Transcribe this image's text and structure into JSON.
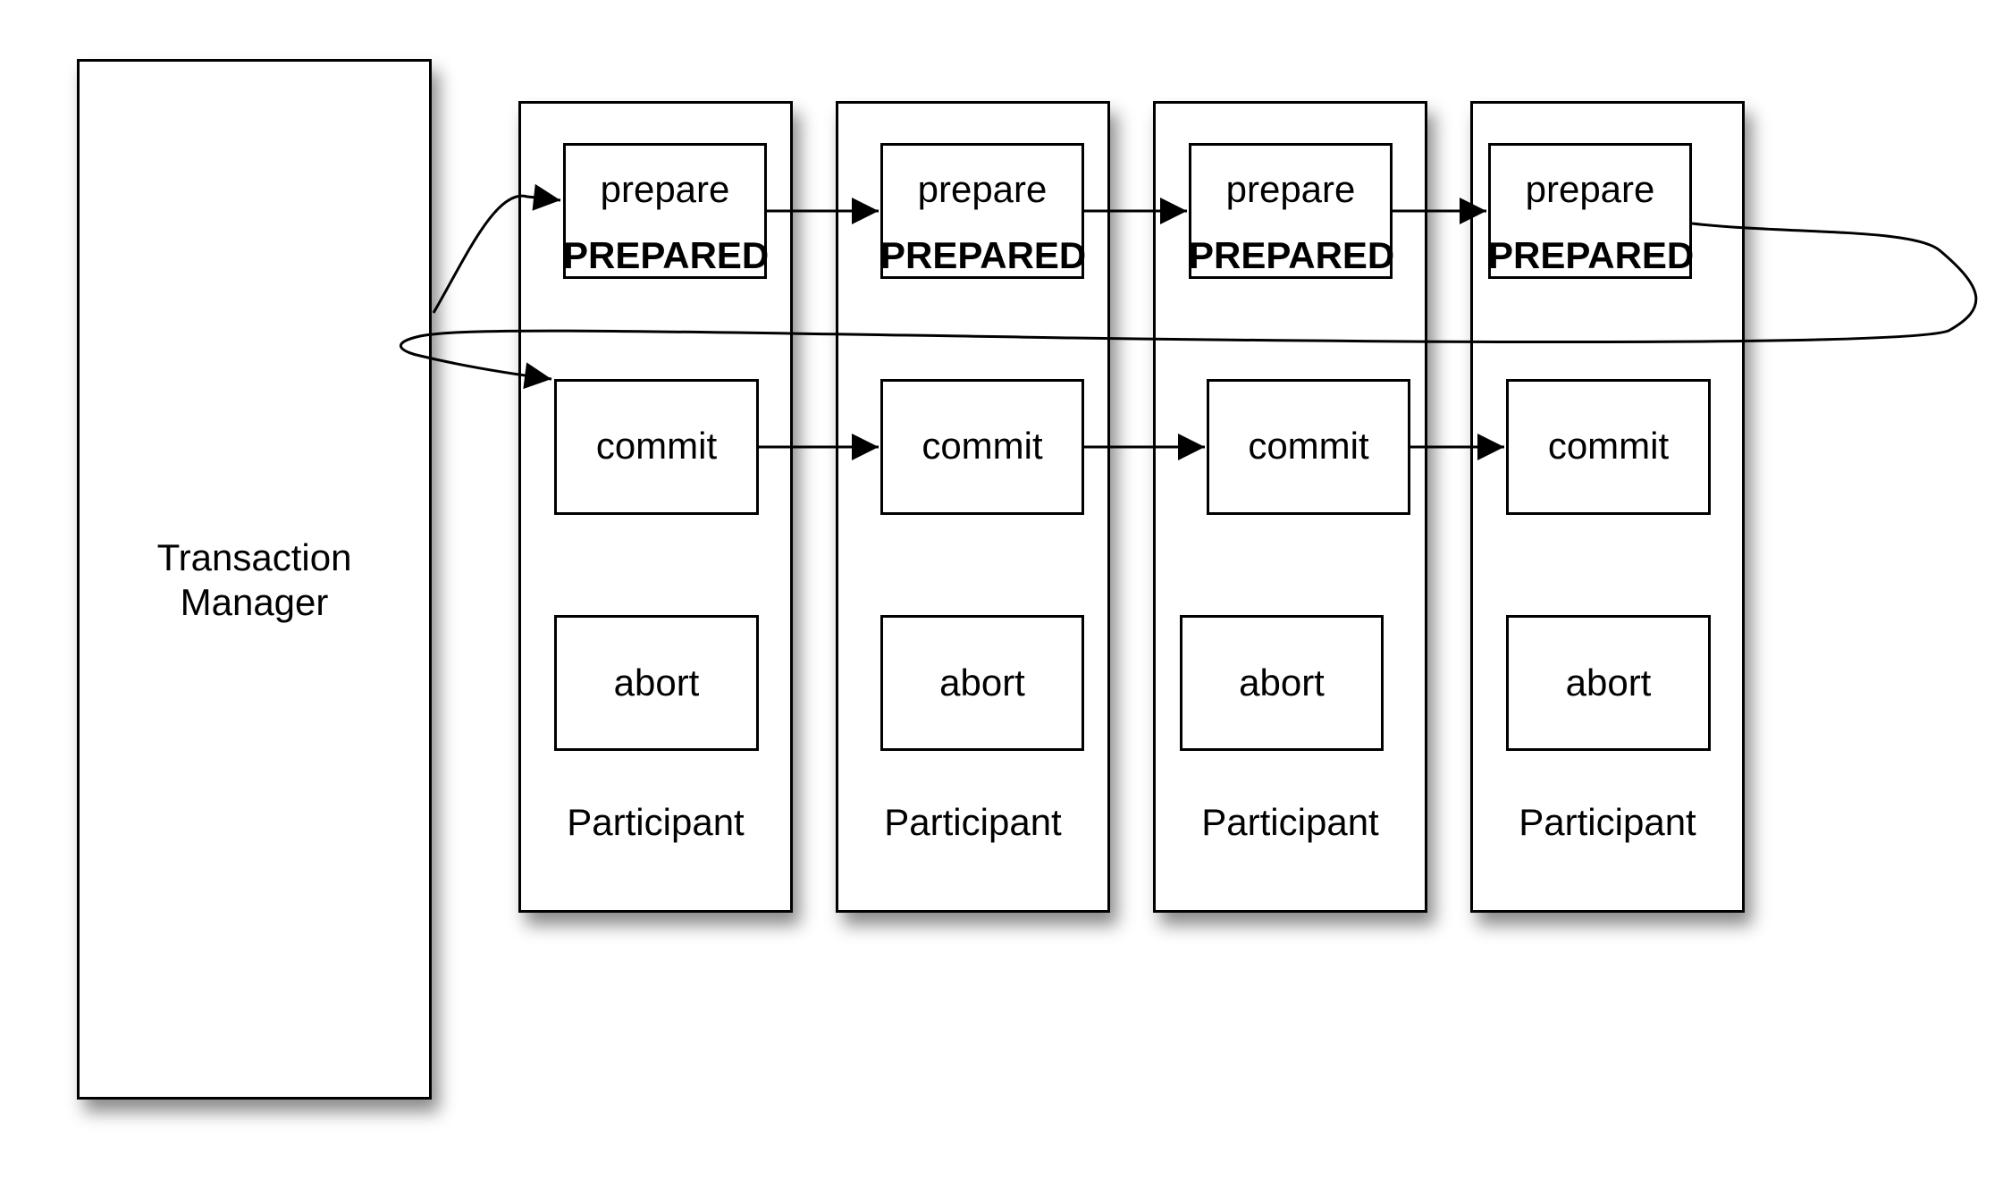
{
  "transaction_manager": {
    "label": "Transaction\nManager"
  },
  "participants": [
    {
      "label": "Participant",
      "prepare": "prepare",
      "prepared": "PREPARED",
      "commit": "commit",
      "abort": "abort"
    },
    {
      "label": "Participant",
      "prepare": "prepare",
      "prepared": "PREPARED",
      "commit": "commit",
      "abort": "abort"
    },
    {
      "label": "Participant",
      "prepare": "prepare",
      "prepared": "PREPARED",
      "commit": "commit",
      "abort": "abort"
    },
    {
      "label": "Participant",
      "prepare": "prepare",
      "prepared": "PREPARED",
      "commit": "commit",
      "abort": "abort"
    }
  ],
  "colors": {
    "stroke": "#000000",
    "fill": "#ffffff",
    "background": "#ffffff"
  }
}
